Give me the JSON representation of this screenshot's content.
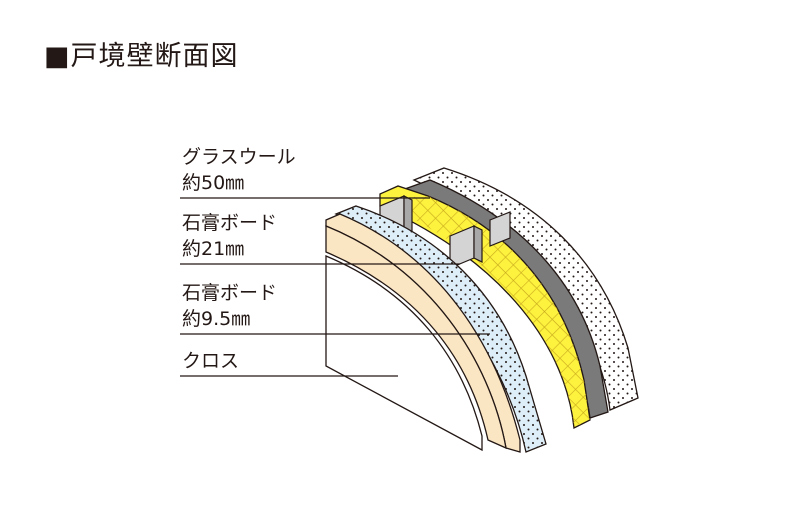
{
  "title": "■戸境壁断面図",
  "labels": [
    {
      "name": "グラスウール",
      "size": "約50㎜"
    },
    {
      "name": "石膏ボード",
      "size": "約21㎜"
    },
    {
      "name": "石膏ボード",
      "size": "約9.5㎜"
    },
    {
      "name": "クロス"
    }
  ],
  "colors": {
    "cloth": "#ffffff",
    "board_9_5": "#fbe6c4",
    "board_21": "#ddeef8",
    "glass_wool": "#fdf23e",
    "glass_wool_grid": "#c8a91e",
    "stud": "#d4d4d4",
    "back_board_dark": "#7a7a7a",
    "outline": "#231815"
  }
}
